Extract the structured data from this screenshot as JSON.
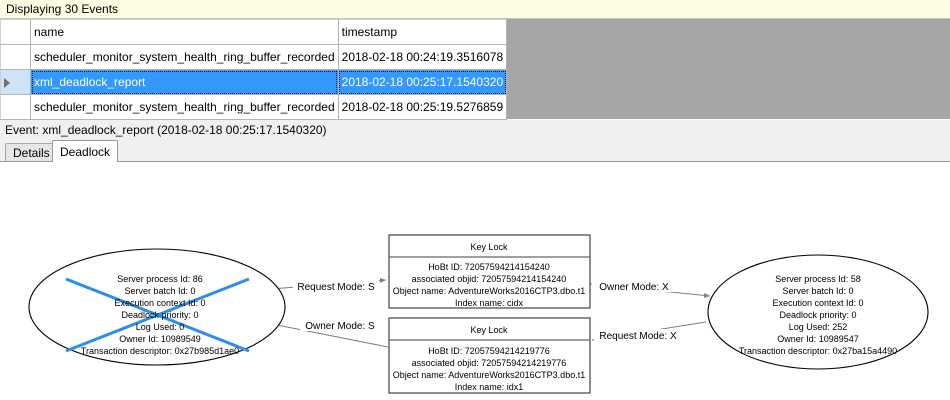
{
  "banner": {
    "text": "Displaying 30 Events"
  },
  "grid": {
    "columns": [
      "",
      "name",
      "timestamp"
    ],
    "rows": [
      {
        "marker": "",
        "name": "scheduler_monitor_system_health_ring_buffer_recorded",
        "timestamp": "2018-02-18 00:24:19.3516078",
        "selected": false
      },
      {
        "marker": "row-arrow",
        "name": "xml_deadlock_report",
        "timestamp": "2018-02-18 00:25:17.1540320",
        "selected": true
      },
      {
        "marker": "",
        "name": "scheduler_monitor_system_health_ring_buffer_recorded",
        "timestamp": "2018-02-18 00:25:19.5276859",
        "selected": false
      }
    ],
    "selection_color": "#3399ff"
  },
  "event_caption": {
    "text": "Event: xml_deadlock_report (2018-02-18 00:25:17.1540320)"
  },
  "tabs": [
    {
      "label": "Details",
      "active": false
    },
    {
      "label": "Deadlock",
      "active": true
    }
  ],
  "deadlock_graph": {
    "victim_marker_color": "#2b8fe8",
    "processes": [
      {
        "id": "process-left",
        "victim": true,
        "lines": [
          "Server process Id: 86",
          "Server batch Id: 0",
          "Execution context Id: 0",
          "Deadlock priority: 0",
          "Log Used: 0",
          "Owner Id: 10989549",
          "Transaction descriptor: 0x27b985d1ae0"
        ]
      },
      {
        "id": "process-right",
        "victim": false,
        "lines": [
          "Server process Id: 58",
          "Server batch Id: 0",
          "Execution context Id: 0",
          "Deadlock priority: 0",
          "Log Used: 252",
          "Owner Id: 10989547",
          "Transaction descriptor: 0x27ba15a4490"
        ]
      }
    ],
    "resources": [
      {
        "id": "keylock-top",
        "title": "Key Lock",
        "lines": [
          "HoBt ID: 72057594214154240",
          "associated objid: 72057594214154240",
          "Object name: AdventureWorks2016CTP3.dbo.t1",
          "Index name: cidx"
        ]
      },
      {
        "id": "keylock-bottom",
        "title": "Key Lock",
        "lines": [
          "HoBt ID: 72057594214219776",
          "associated objid: 72057594214219776",
          "Object name: AdventureWorks2016CTP3.dbo.t1",
          "Index name: idx1"
        ]
      }
    ],
    "edges": [
      {
        "id": "edge-request-s",
        "label": "Request Mode: S",
        "from": "process-left",
        "to": "keylock-top"
      },
      {
        "id": "edge-owner-s",
        "label": "Owner Mode: S",
        "from": "keylock-bottom",
        "to": "process-left"
      },
      {
        "id": "edge-owner-x",
        "label": "Owner Mode: X",
        "from": "keylock-top",
        "to": "process-right"
      },
      {
        "id": "edge-request-x",
        "label": "Request Mode: X",
        "from": "process-right",
        "to": "keylock-bottom"
      }
    ]
  }
}
